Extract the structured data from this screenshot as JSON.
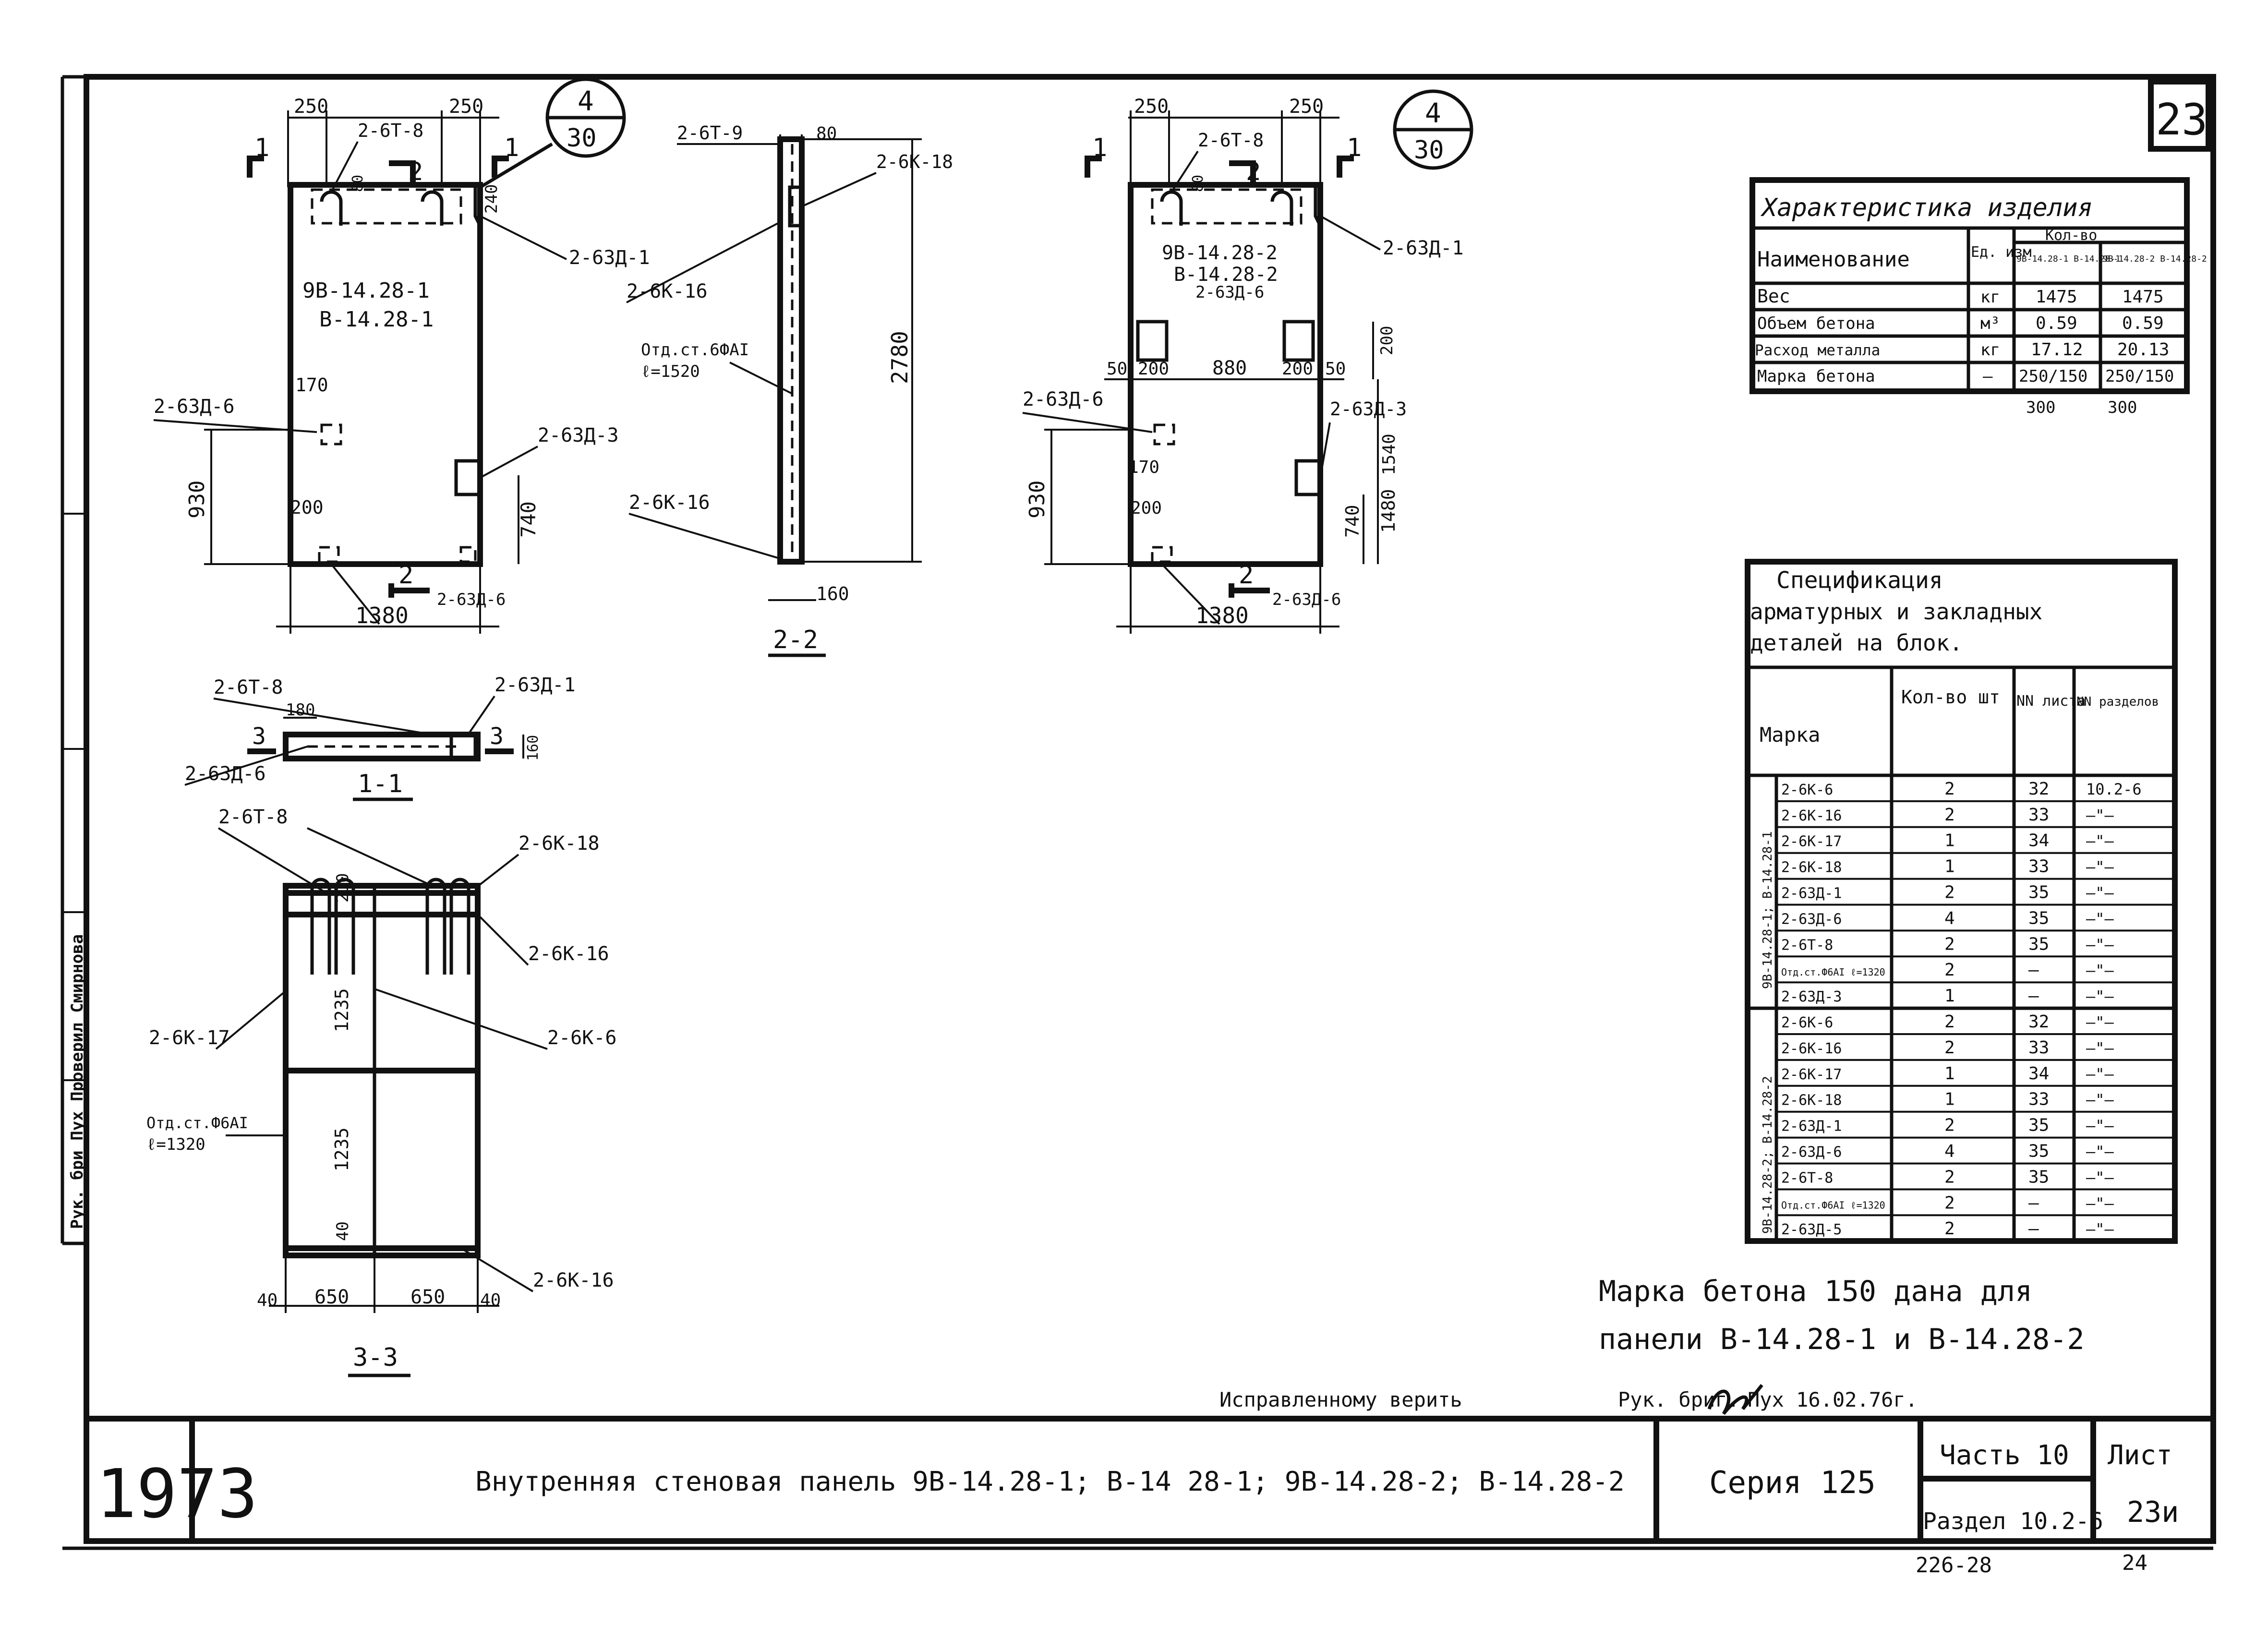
{
  "sheet": {
    "sheet_no": "23",
    "year": "1973",
    "title": "Внутренняя стеновая панель 9В-14.28-1; В-14 28-1; 9В-14.28-2; В-14.28-2",
    "series": "Серия 125",
    "part": "Часть 10",
    "sheet_label": "Лист",
    "sheet_value": "23и",
    "section": "Раздел 10.2-6",
    "footer_code": "226-28",
    "footer_page": "24",
    "correction": "Исправленному верить",
    "correction_sign": "Рук. бриг.",
    "correction_person": "Пух 16.02.76г.",
    "stamp_left": "Рук. бри  Пух  Проверил  Смирнова",
    "note_line1": "Марка бетона 150 дана для",
    "note_line2": "панели В-14.28-1 и В-14.28-2"
  },
  "char_table": {
    "title": "Характеристика изделия",
    "col_name": "Наименование",
    "col_unit": "Ед. изм",
    "col_qty": "Кол-во",
    "sub_a": "9В-14.28-1 В-14.28-1",
    "sub_b": "9В-14.28-2 В-14.28-2",
    "rows": [
      {
        "name": "Вес",
        "unit": "кг",
        "a": "1475",
        "b": "1475"
      },
      {
        "name": "Объем бетона",
        "unit": "м³",
        "a": "0.59",
        "b": "0.59"
      },
      {
        "name": "Расход металла",
        "unit": "кг",
        "a": "17.12",
        "b": "20.13"
      },
      {
        "name": "Марка бетона",
        "unit": "—",
        "a": "250/150",
        "b": "250/150"
      }
    ],
    "below_a": "300",
    "below_b": "300"
  },
  "spec_table": {
    "title1": "Спецификация",
    "title2": "арматурных и закладных",
    "title3": "деталей на блок.",
    "col_mark": "Марка",
    "col_qty": "Кол-во шт",
    "col_sheet": "NN листа",
    "col_section": "NN разделов",
    "group1": "9В-14.28-1; В-14.28-1",
    "group2": "9В-14.28-2; В-14.28-2",
    "rows": [
      {
        "mark": "2-6К-6",
        "qty": "2",
        "sheet": "32",
        "section": "10.2-6"
      },
      {
        "mark": "2-6К-16",
        "qty": "2",
        "sheet": "33",
        "section": "—\"—"
      },
      {
        "mark": "2-6К-17",
        "qty": "1",
        "sheet": "34",
        "section": "—\"—"
      },
      {
        "mark": "2-6К-18",
        "qty": "1",
        "sheet": "33",
        "section": "—\"—"
      },
      {
        "mark": "2-6ЗД-1",
        "qty": "2",
        "sheet": "35",
        "section": "—\"—"
      },
      {
        "mark": "2-6ЗД-6",
        "qty": "4",
        "sheet": "35",
        "section": "—\"—"
      },
      {
        "mark": "2-6Т-8",
        "qty": "2",
        "sheet": "35",
        "section": "—\"—"
      },
      {
        "mark": "Отд.ст.Ф6АI ℓ=1320",
        "qty": "2",
        "sheet": "—",
        "section": "—\"—"
      },
      {
        "mark": "2-6ЗД-3",
        "qty": "1",
        "sheet": "—",
        "section": "—\"—"
      },
      {
        "mark": "2-6К-6",
        "qty": "2",
        "sheet": "32",
        "section": "—\"—"
      },
      {
        "mark": "2-6К-16",
        "qty": "2",
        "sheet": "33",
        "section": "—\"—"
      },
      {
        "mark": "2-6К-17",
        "qty": "1",
        "sheet": "34",
        "section": "—\"—"
      },
      {
        "mark": "2-6К-18",
        "qty": "1",
        "sheet": "33",
        "section": "—\"—"
      },
      {
        "mark": "2-6ЗД-1",
        "qty": "2",
        "sheet": "35",
        "section": "—\"—"
      },
      {
        "mark": "2-6ЗД-6",
        "qty": "4",
        "sheet": "35",
        "section": "—\"—"
      },
      {
        "mark": "2-6Т-8",
        "qty": "2",
        "sheet": "35",
        "section": "—\"—"
      },
      {
        "mark": "Отд.ст.Ф6АI ℓ=1320",
        "qty": "2",
        "sheet": "—",
        "section": "—\"—"
      },
      {
        "mark": "2-6ЗД-5",
        "qty": "2",
        "sheet": "—",
        "section": "—\"—"
      }
    ]
  },
  "drawing_a": {
    "name1": "9В-14.28-1",
    "name2": "В-14.28-1",
    "circle_top": "4",
    "circle_bottom": "30",
    "cut": "1",
    "cut2": "2",
    "dim_top_left": "250",
    "dim_top_right": "250",
    "dim_80": "80",
    "dim_240": "240",
    "dim_170": "170",
    "dim_930": "930",
    "dim_200": "200",
    "dim_740": "740",
    "dim_width": "1380",
    "lbl_t8": "2-6Т-8",
    "lbl_zd1": "2-6ЗД-1",
    "lbl_zd6a": "2-6ЗД-6",
    "lbl_zd3": "2-6ЗД-3",
    "lbl_zd6b": "2-6ЗД-6"
  },
  "drawing_b": {
    "name1": "9В-14.28-2",
    "name2": "В-14.28-2",
    "name3": "2-6ЗД-6",
    "circle_top": "4",
    "circle_bottom": "30",
    "cut": "1",
    "cut2": "2",
    "dim_top_left": "250",
    "dim_top_right": "250",
    "dim_80": "80",
    "dim_50a": "50",
    "dim_200a": "200",
    "dim_880": "880",
    "dim_200b": "200",
    "dim_50b": "50",
    "dim_200v": "200",
    "dim_170": "170",
    "dim_930": "930",
    "dim_200": "200",
    "dim_1540": "1540",
    "dim_740": "740",
    "dim_1480": "1480",
    "dim_width": "1380",
    "lbl_t8": "2-6Т-8",
    "lbl_zd1": "2-6ЗД-1",
    "lbl_zd6a": "2-6ЗД-6",
    "lbl_zd3": "2-6ЗД-3",
    "lbl_zd6b": "2-6ЗД-6"
  },
  "section_22": {
    "label": "2-2",
    "lbl_t9": "2-6Т-9",
    "lbl_k18": "2-6К-18",
    "lbl_k16a": "2-6К-16",
    "lbl_rod1": "Отд.ст.6ФАI",
    "lbl_rod2": "ℓ=1520",
    "lbl_k16b": "2-6К-16",
    "dim_80": "80",
    "dim_2780": "2780",
    "dim_160": "160"
  },
  "section_11": {
    "label": "1-1",
    "lbl_t8": "2-6Т-8",
    "lbl_zd1": "2-6ЗД-1",
    "lbl_zd6": "2-6ЗД-6",
    "dim_180": "180",
    "dim_160": "160",
    "cut": "3"
  },
  "section_33": {
    "label": "3-3",
    "lbl_t8": "2-6Т-8",
    "lbl_k18": "2-6К-18",
    "lbl_k16a": "2-6К-16",
    "lbl_k17": "2-6К-17",
    "lbl_k6": "2-6К-6",
    "lbl_rod1": "Отд.ст.Ф6АI",
    "lbl_rod2": "ℓ=1320",
    "lbl_k16b": "2-6К-16",
    "dim_210": "210",
    "dim_1235a": "1235",
    "dim_1235b": "1235",
    "dim_40v": "40",
    "dim_40l": "40",
    "dim_650a": "650",
    "dim_650b": "650",
    "dim_40r": "40"
  }
}
